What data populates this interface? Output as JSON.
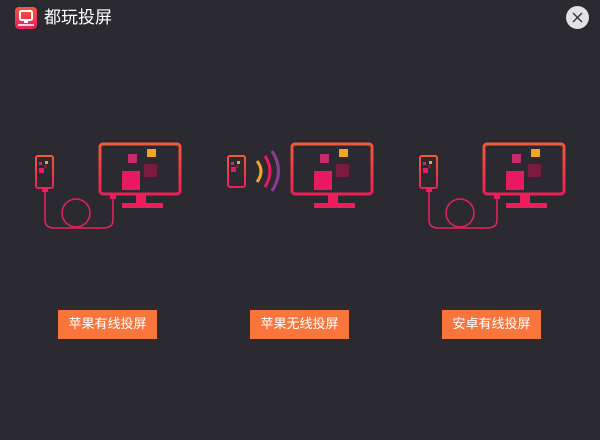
{
  "window": {
    "title": "都玩投屏",
    "logo_icon": "app-logo-icon",
    "close_icon": "close-icon"
  },
  "colors": {
    "background": "#2b2a30",
    "button": "#f8763c",
    "accent_red": "#f04a3c",
    "accent_pink": "#e8195e",
    "accent_orange": "#f7a22b",
    "accent_purple": "#8e3d95"
  },
  "options": [
    {
      "label": "苹果有线投屏",
      "icon": "wired-phone-to-monitor-icon"
    },
    {
      "label": "苹果无线投屏",
      "icon": "wireless-phone-to-monitor-icon"
    },
    {
      "label": "安卓有线投屏",
      "icon": "wired-phone-to-monitor-icon"
    }
  ]
}
